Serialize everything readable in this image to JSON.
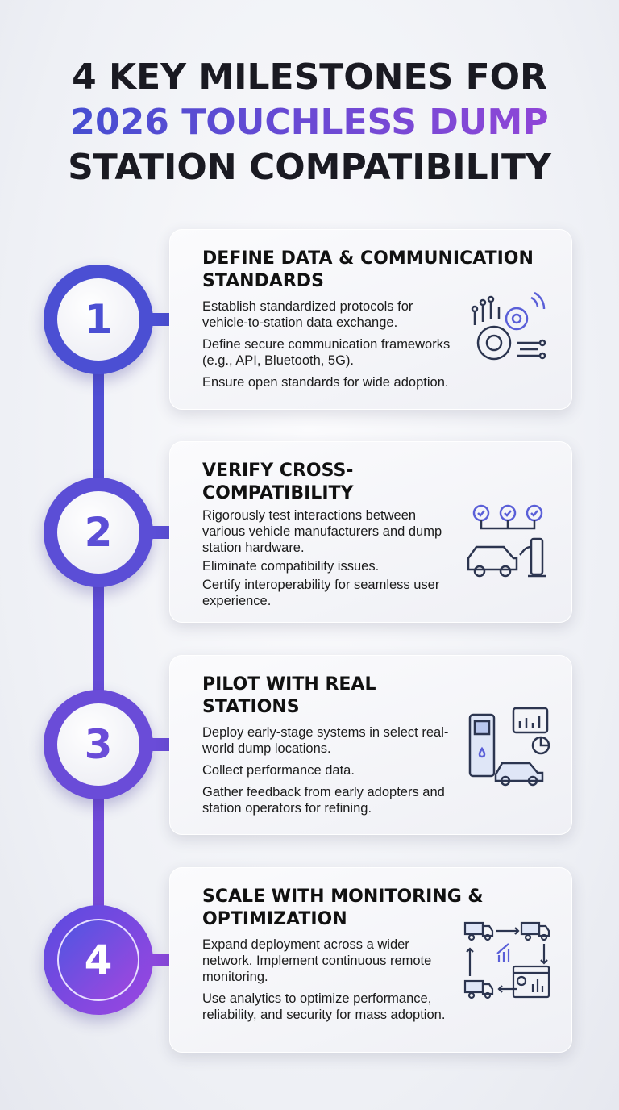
{
  "title": {
    "line1": "4 KEY MILESTONES FOR",
    "line2": "2026 TOUCHLESS DUMP",
    "line3": "STATION COMPATIBILITY"
  },
  "colors": {
    "accent_blue": "#4a4fd2",
    "accent_purple": "#9a45d8"
  },
  "milestones": [
    {
      "number": "1",
      "title": "DEFINE DATA & COMMUNICATION STANDARDS",
      "icon": "gears-network-icon",
      "points": [
        "Establish standardized protocols for vehicle-to-station data exchange.",
        "Define secure communication frameworks (e.g., API, Bluetooth, 5G).",
        "Ensure open standards for wide adoption."
      ]
    },
    {
      "number": "2",
      "title": "VERIFY CROSS-COMPATIBILITY",
      "icon": "car-charger-check-icon",
      "points": [
        "Rigorously test interactions between various vehicle manufacturers and dump station hardware.",
        "Eliminate compatibility issues.",
        "Certify interoperability for seamless user experience."
      ]
    },
    {
      "number": "3",
      "title": "PILOT WITH REAL STATIONS",
      "icon": "station-car-analytics-icon",
      "points": [
        "Deploy early-stage systems in select real-world dump locations.",
        "Collect performance data.",
        "Gather feedback from early adopters and station operators for refining."
      ]
    },
    {
      "number": "4",
      "title": "SCALE WITH MONITORING & OPTIMIZATION",
      "icon": "trucks-dashboard-cycle-icon",
      "points": [
        "Expand deployment across a wider network. Implement continuous remote monitoring.",
        "Use analytics to optimize performance, reliability, and security for mass adoption."
      ]
    }
  ]
}
